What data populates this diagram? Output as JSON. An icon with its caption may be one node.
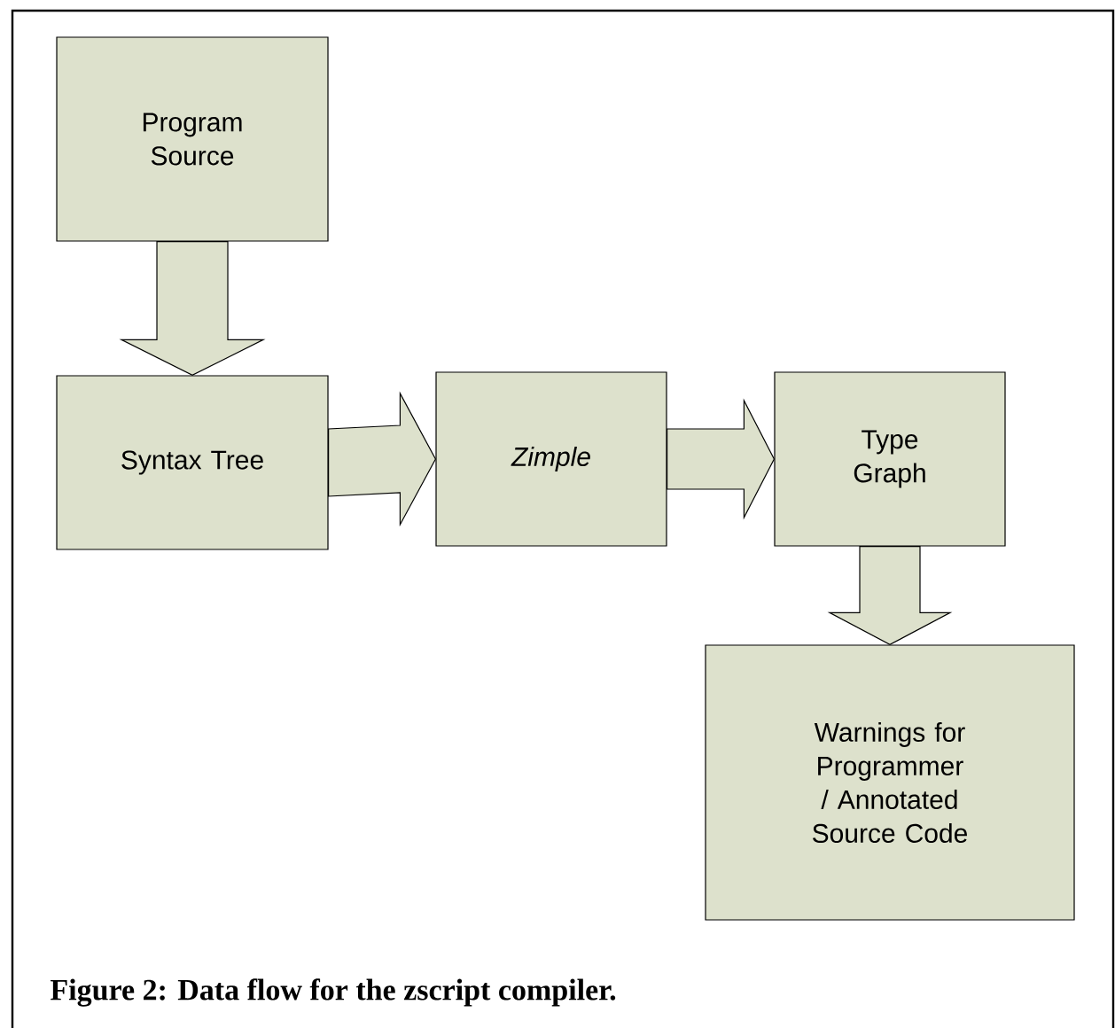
{
  "diagram": {
    "caption": "Figure 2: Data flow for the zscript compiler.",
    "nodes": [
      {
        "text": [
          "Program Source"
        ]
      },
      {
        "text": [
          "Syntax Tree"
        ]
      },
      {
        "text": [
          "Zimple"
        ]
      },
      {
        "text": [
          "Type Graph"
        ]
      },
      {
        "text": [
          "Warnings for Programmer / Annotated Source Code"
        ]
      }
    ],
    "edges": [
      {
        "from": 0,
        "to": 1,
        "arrow": "to"
      },
      {
        "from": 1,
        "to": 2,
        "arrow": "to"
      },
      {
        "from": 2,
        "to": 3,
        "arrow": "to"
      },
      {
        "from": 3,
        "to": 4,
        "arrow": "to"
      }
    ]
  }
}
